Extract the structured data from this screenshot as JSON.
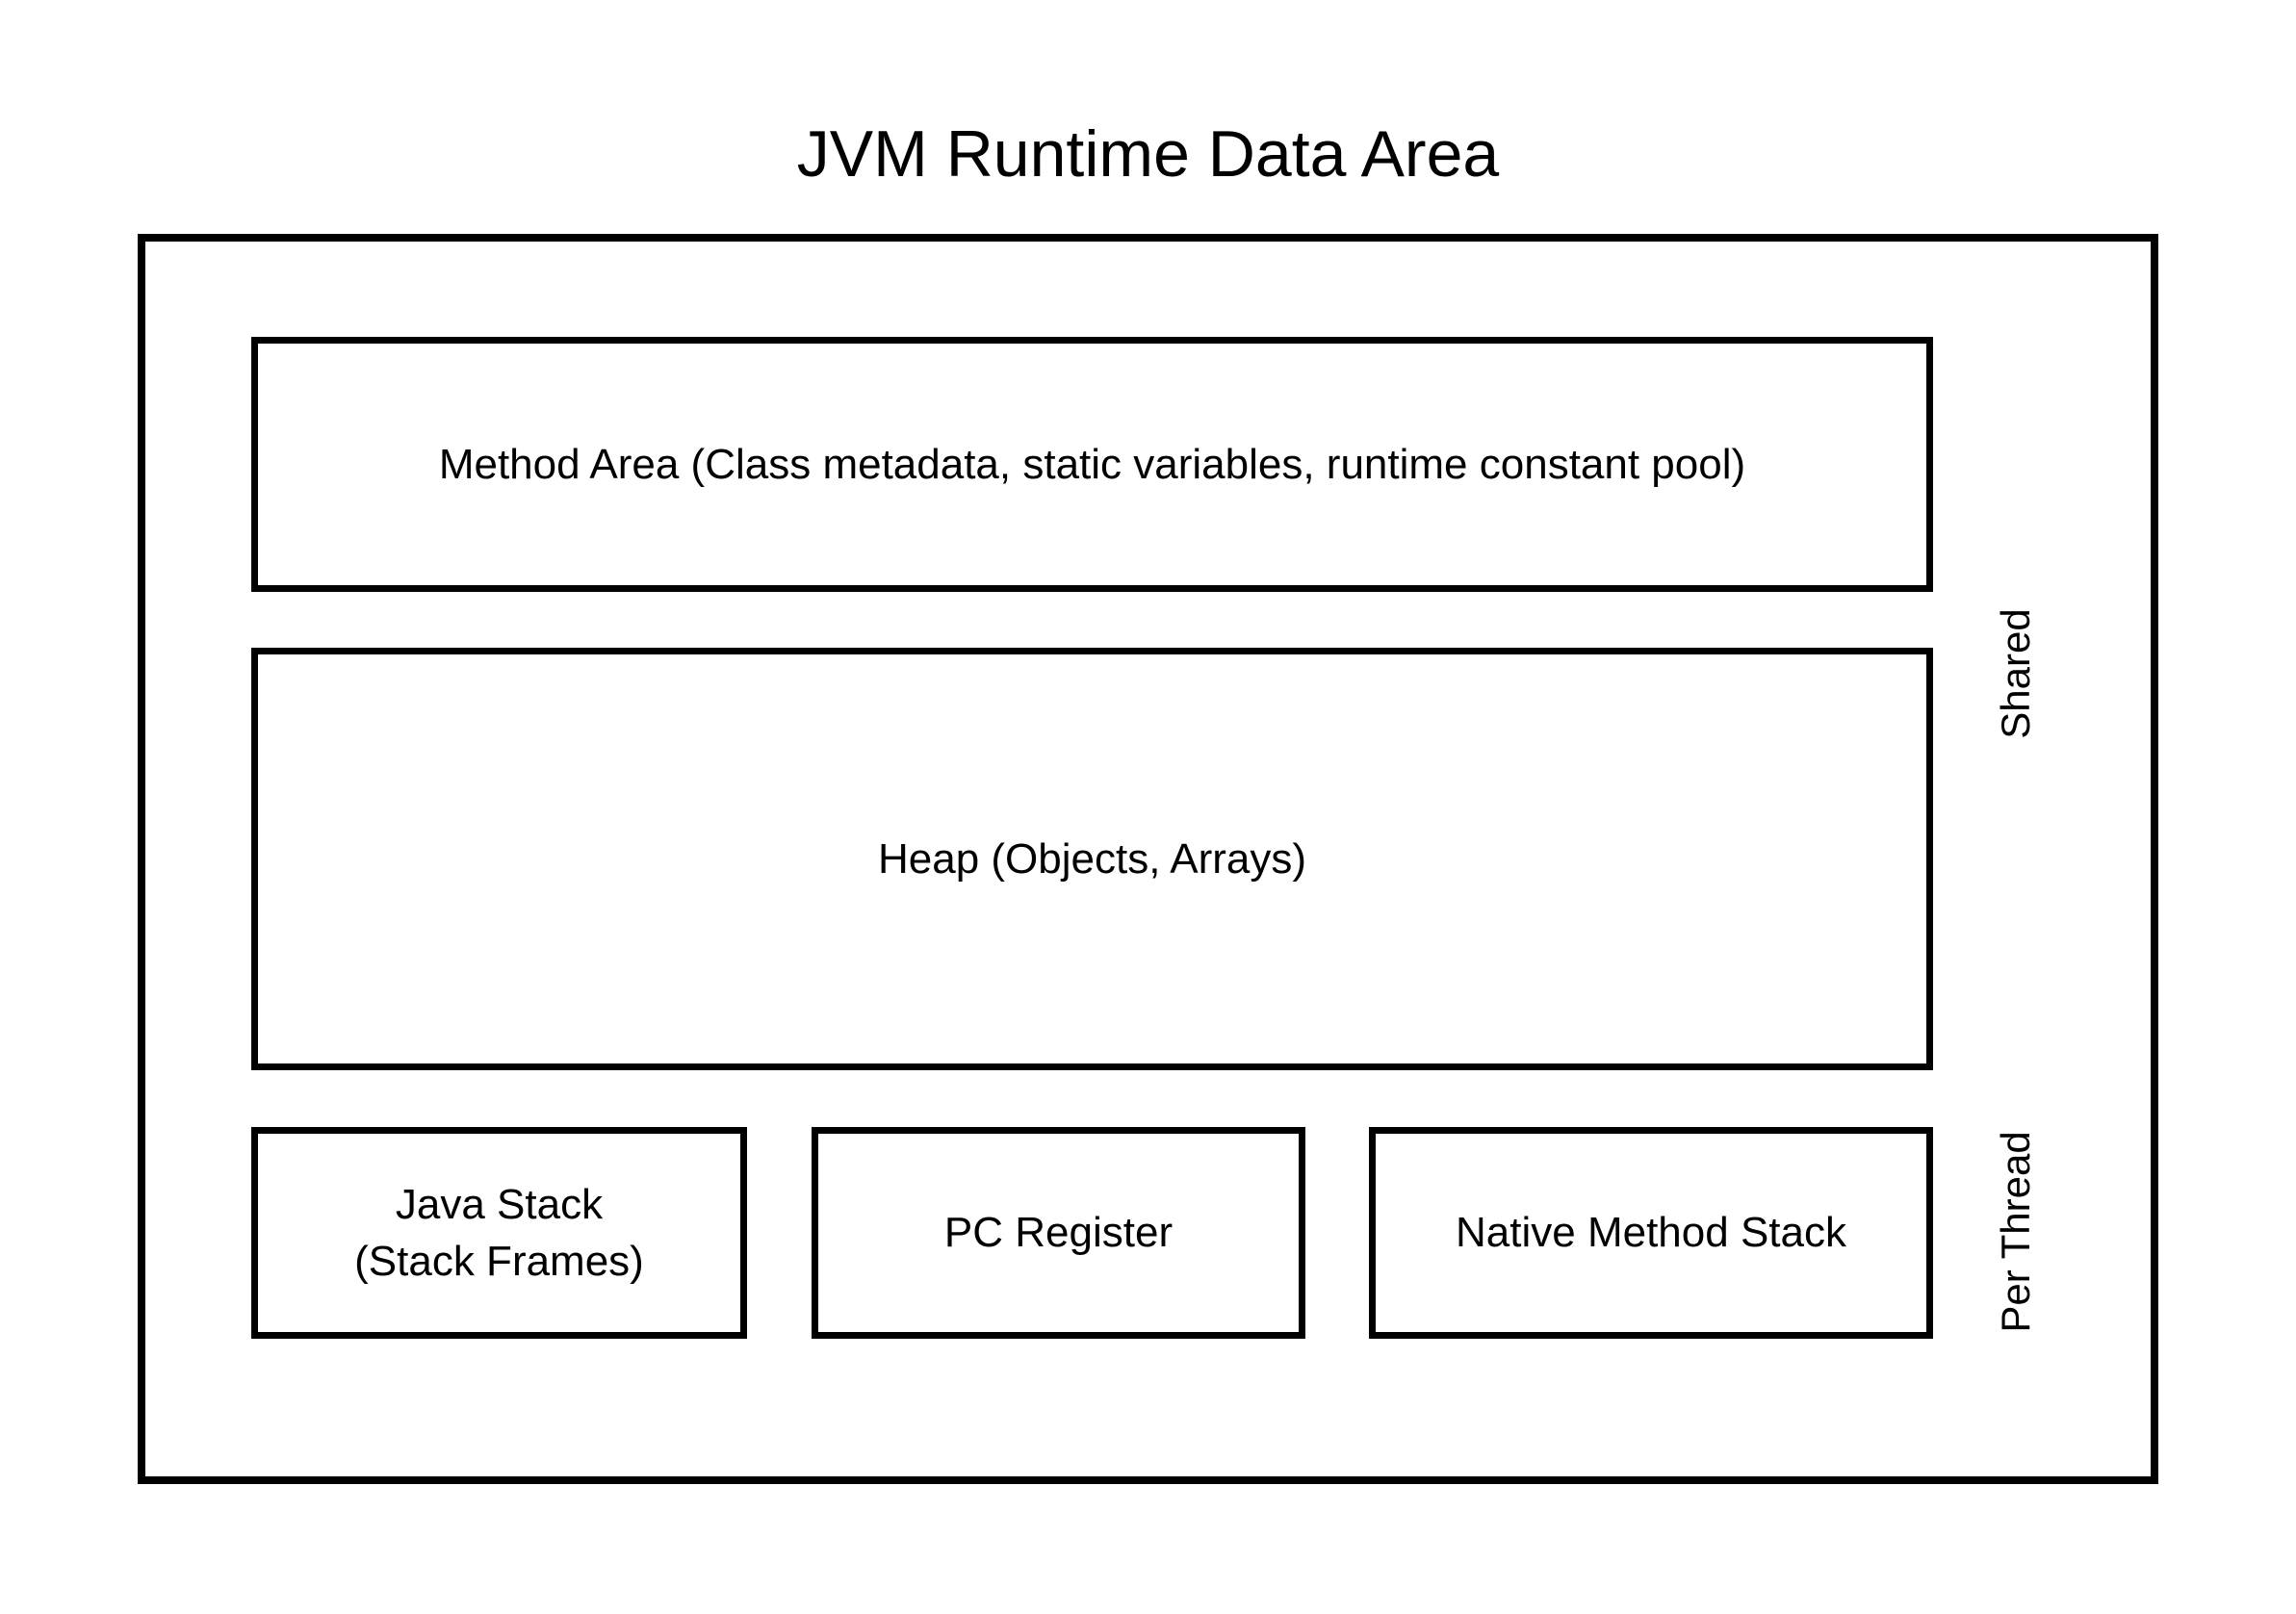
{
  "page": {
    "title": "JVM Runtime Data Area"
  },
  "diagram": {
    "boxes": {
      "method_area": {
        "label": "Method Area (Class metadata, static variables, runtime constant pool)"
      },
      "heap": {
        "label": "Heap (Objects, Arrays)"
      },
      "java_stack": {
        "label": "Java Stack\n(Stack Frames)"
      },
      "pc_register": {
        "label": "PC Register"
      },
      "native_method_stack": {
        "label": "Native Method Stack"
      }
    },
    "side_labels": {
      "shared": "Shared",
      "per_thread": "Per Thread"
    },
    "colors": {
      "border": "#000000",
      "background": "#ffffff",
      "text": "#000000"
    }
  }
}
